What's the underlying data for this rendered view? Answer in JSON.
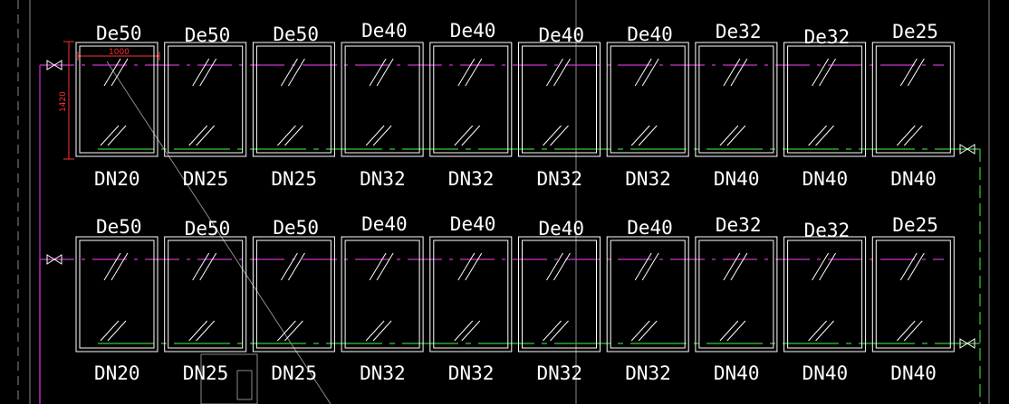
{
  "drawing": {
    "colors": {
      "background": "#000000",
      "outline": "#ffffff",
      "supply_line": "#cc33cc",
      "return_line": "#33cc33",
      "dimension": "#ff3030",
      "construction": "#9a9a9a"
    },
    "rows": [
      {
        "top_labels": [
          "De50",
          "De50",
          "De50",
          "De40",
          "De40",
          "De40",
          "De40",
          "De32",
          "De32",
          "De25"
        ],
        "bottom_labels": [
          "DN20",
          "DN25",
          "DN25",
          "DN32",
          "DN32",
          "DN32",
          "DN32",
          "DN40",
          "DN40",
          "DN40"
        ]
      },
      {
        "top_labels": [
          "De50",
          "De50",
          "De50",
          "De40",
          "De40",
          "De40",
          "De40",
          "De32",
          "De32",
          "De25"
        ],
        "bottom_labels": [
          "DN20",
          "DN25",
          "DN25",
          "DN32",
          "DN32",
          "DN32",
          "DN32",
          "DN40",
          "DN40",
          "DN40"
        ]
      }
    ],
    "dimension_width": "1000",
    "dimension_height": "1420",
    "icons": [
      "valve-icon",
      "glass-hatch-icon"
    ]
  }
}
